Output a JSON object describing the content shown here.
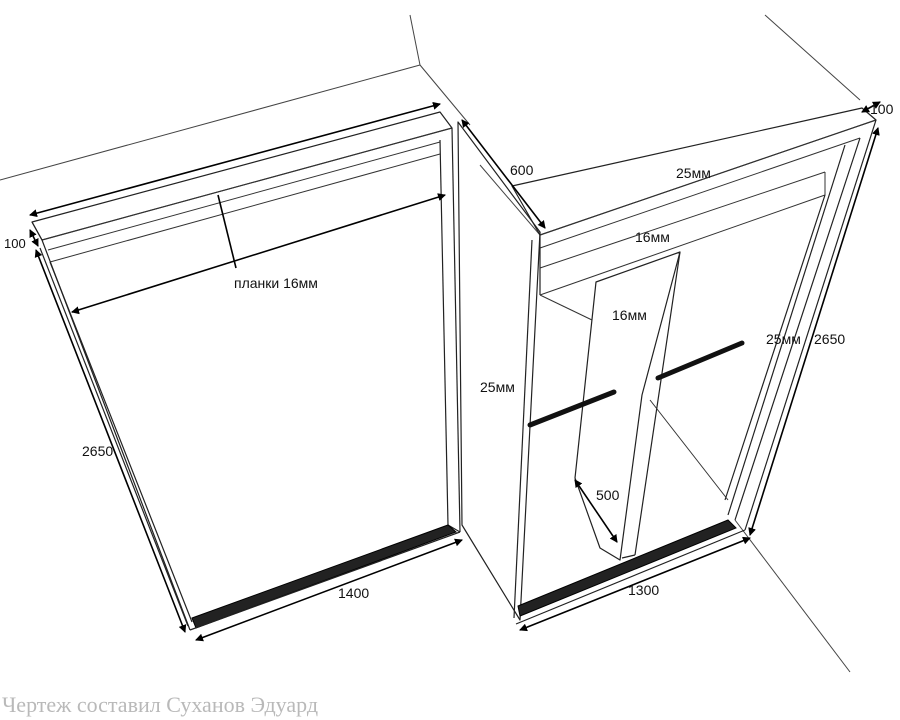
{
  "labels": {
    "left_width": "1400",
    "left_height": "2650",
    "left_depth": "100",
    "slats": "планки 16мм",
    "right_depth": "600",
    "right_top_board": "25мм",
    "right_inner_top": "16мм",
    "right_partition": "16мм",
    "right_side_left": "25мм",
    "right_side_right": "25мм",
    "right_height": "2650",
    "right_front_depth": "100",
    "right_shelf_depth": "500",
    "right_width": "1300"
  },
  "credit": "Чертеж составил Суханов Эдуард"
}
